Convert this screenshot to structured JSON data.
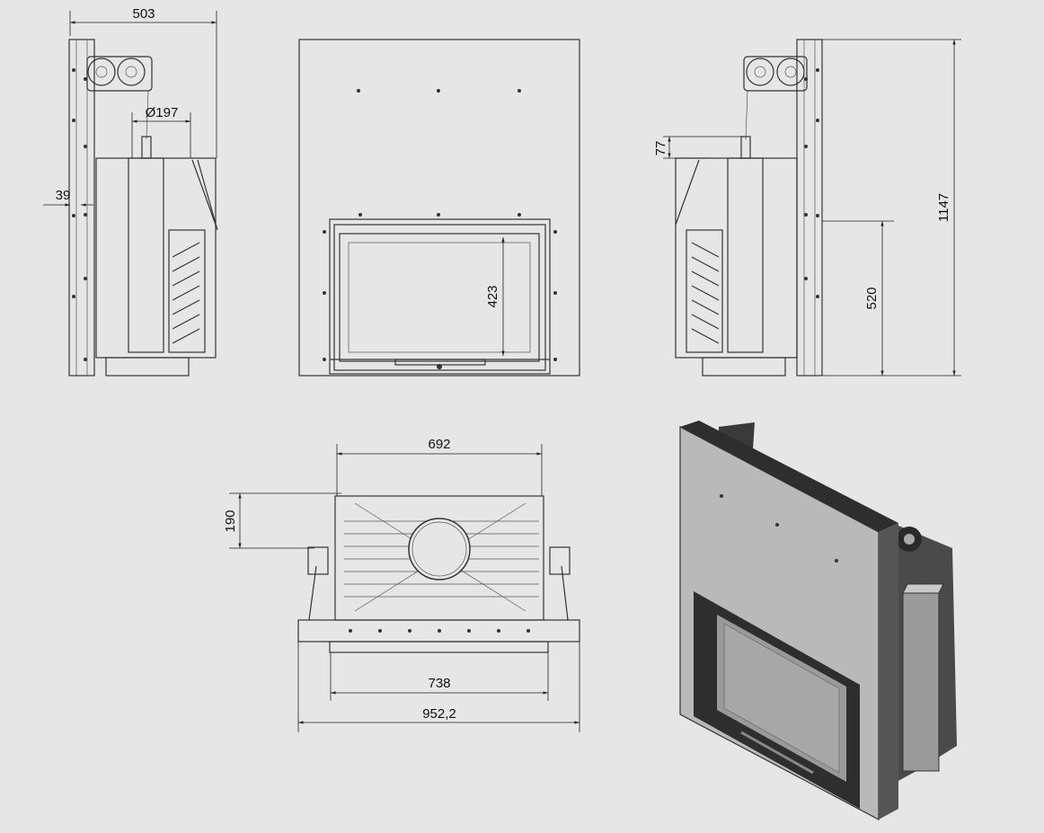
{
  "dimensions": {
    "side_depth": "503",
    "flue_diameter": "Ø197",
    "wall_offset": "39",
    "glass_height": "423",
    "collar_height": "77",
    "door_bottom_height": "520",
    "total_height": "1147",
    "body_width": "692",
    "top_depth": "190",
    "door_width": "738",
    "total_width": "952,2"
  },
  "colors": {
    "background": "#e6e6e6",
    "line": "#333333",
    "plate": "#b9b9b9"
  }
}
